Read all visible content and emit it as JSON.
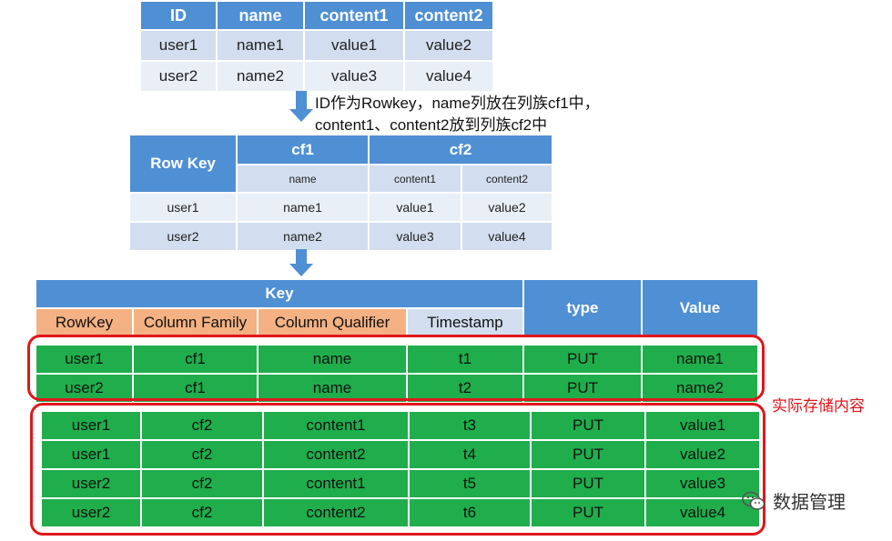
{
  "table1": {
    "headers": [
      "ID",
      "name",
      "content1",
      "content2"
    ],
    "rows": [
      [
        "user1",
        "name1",
        "value1",
        "value2"
      ],
      [
        "user2",
        "name2",
        "value3",
        "value4"
      ]
    ]
  },
  "caption": {
    "line1": "ID作为Rowkey，name列放在列族cf1中，",
    "line2": "content1、content2放到列族cf2中"
  },
  "table2": {
    "rowkey_header": "Row Key",
    "cf1": "cf1",
    "cf2": "cf2",
    "sub": [
      "name",
      "content1",
      "content2"
    ],
    "rows": [
      [
        "user1",
        "name1",
        "value1",
        "value2"
      ],
      [
        "user2",
        "name2",
        "value3",
        "value4"
      ]
    ]
  },
  "table3": {
    "key_header": "Key",
    "type_header": "type",
    "value_header": "Value",
    "key_sub": [
      "RowKey",
      "Column Family",
      "Column Qualifier",
      "Timestamp"
    ],
    "rows_cf1": [
      [
        "user1",
        "cf1",
        "name",
        "t1",
        "PUT",
        "name1"
      ],
      [
        "user2",
        "cf1",
        "name",
        "t2",
        "PUT",
        "name2"
      ]
    ],
    "rows_cf2": [
      [
        "user1",
        "cf2",
        "content1",
        "t3",
        "PUT",
        "value1"
      ],
      [
        "user1",
        "cf2",
        "content2",
        "t4",
        "PUT",
        "value2"
      ],
      [
        "user2",
        "cf2",
        "content1",
        "t5",
        "PUT",
        "value3"
      ],
      [
        "user2",
        "cf2",
        "content2",
        "t6",
        "PUT",
        "value4"
      ]
    ]
  },
  "note": "实际存储内容",
  "watermark": "数据管理",
  "colors": {
    "header_blue": "#4f8fd4",
    "green": "#1fae4b",
    "orange": "#f4b183",
    "red": "#e0161b"
  }
}
